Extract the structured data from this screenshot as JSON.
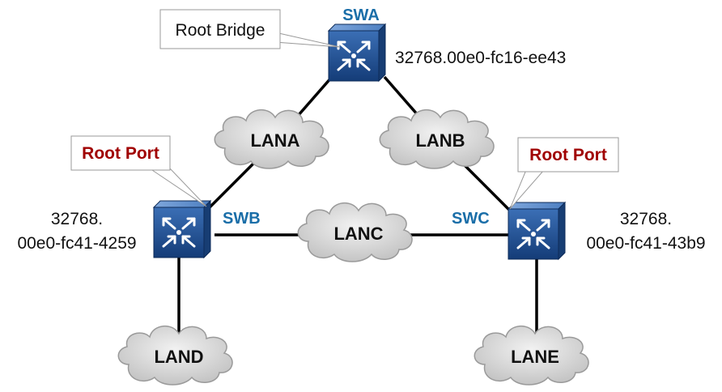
{
  "switches": {
    "swa": {
      "name": "SWA",
      "id": "32768.00e0-fc16-ee43"
    },
    "swb": {
      "name": "SWB",
      "id_line1": "32768.",
      "id_line2": "00e0-fc41-4259"
    },
    "swc": {
      "name": "SWC",
      "id_line1": "32768.",
      "id_line2": "00e0-fc41-43b9"
    }
  },
  "lans": {
    "lana": "LANA",
    "lanb": "LANB",
    "lanc": "LANC",
    "land": "LAND",
    "lane": "LANE"
  },
  "callouts": {
    "root_bridge": "Root Bridge",
    "root_port_b": "Root Port",
    "root_port_c": "Root Port"
  },
  "colors": {
    "switch_label": "#1a6ea8",
    "root_port_text": "#a00000",
    "switch_body": "#1f4e8c",
    "cloud_fill": "#d8d8d8"
  }
}
